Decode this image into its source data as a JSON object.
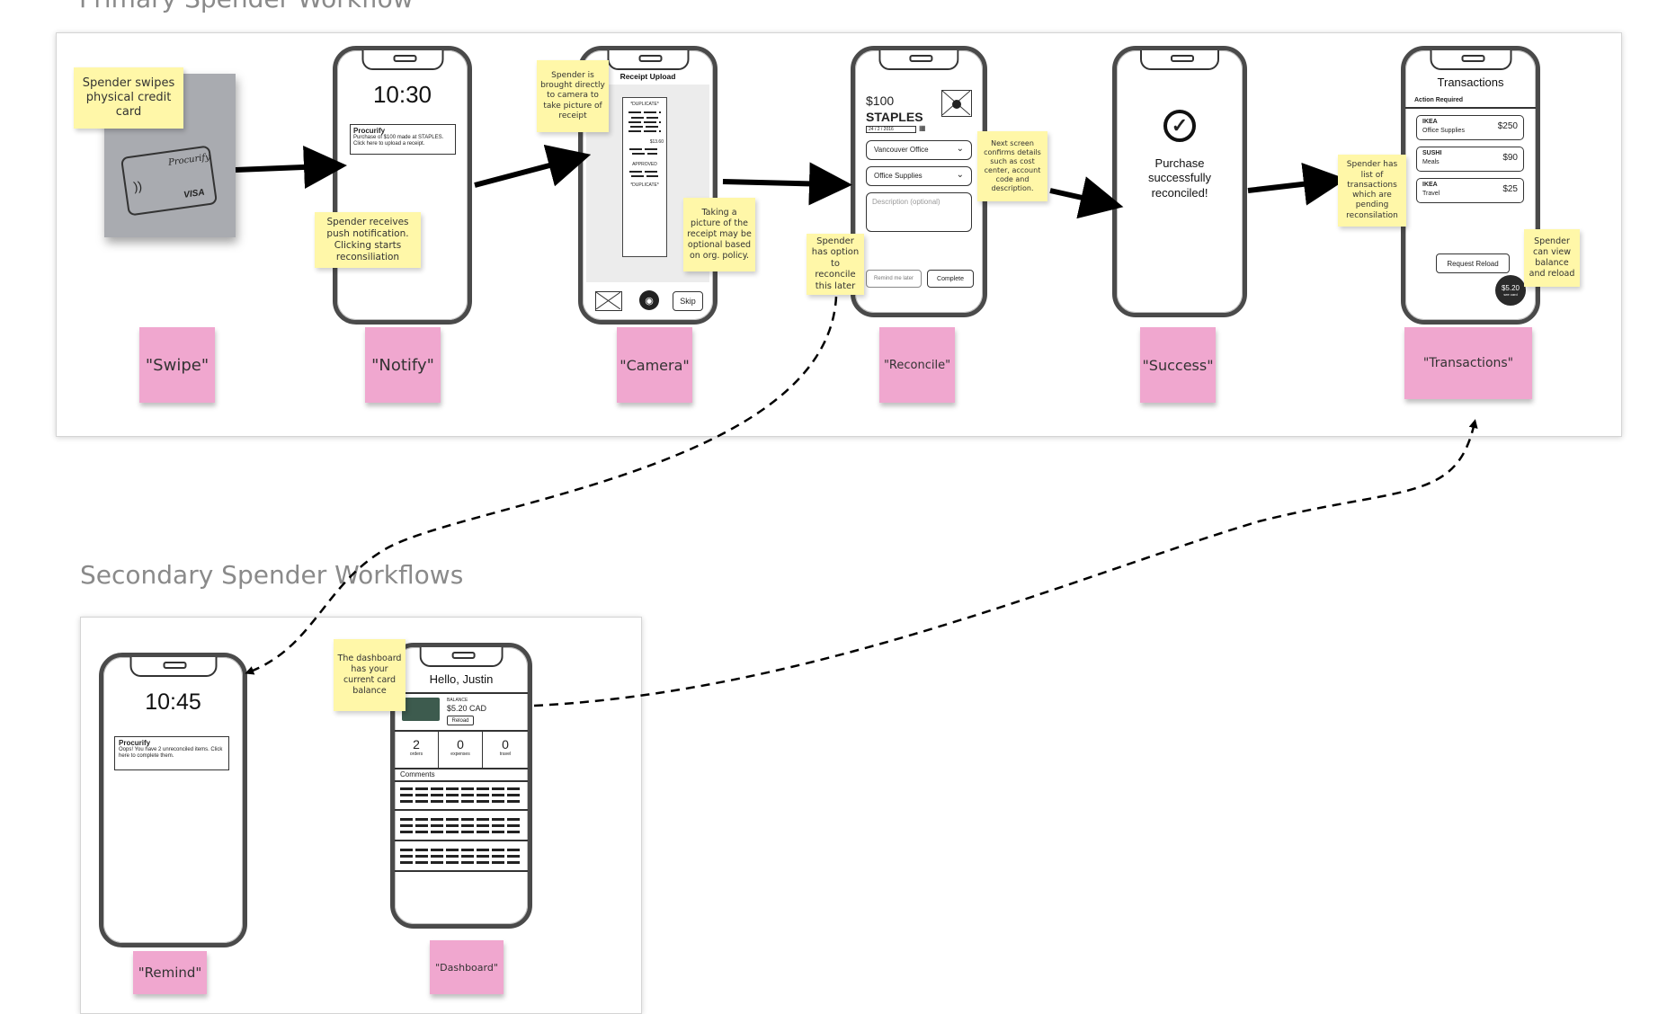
{
  "primary": {
    "title": "Primary Spender Workflow",
    "steps": [
      {
        "label": "\"Swipe\"",
        "note": "Spender swipes physical credit card",
        "card_brand": "Procurify",
        "card_network": "VISA"
      },
      {
        "label": "\"Notify\"",
        "note": "Spender receives push notification. Clicking starts reconsiliation",
        "time": "10:30",
        "notif_title": "Procurify",
        "notif_body": "Purchase of $100 made at STAPLES. Click here to upload a receipt."
      },
      {
        "label": "\"Camera\"",
        "note_top": "Spender is brought directly to camera to take picture of receipt",
        "note_bottom": "Taking a picture of the receipt may be optional based on org. policy.",
        "screen_title": "Receipt Upload",
        "skip": "Skip",
        "receipt_dup": "*DUPLICATE*",
        "receipt_total": "$13.60",
        "receipt_approved": "APPROVED"
      },
      {
        "label": "\"Reconcile\"",
        "note_left": "Spender has option to reconcile this later",
        "note_right": "Next screen confirms details such as cost center, account code and description.",
        "amount": "$100",
        "vendor": "STAPLES",
        "date": "24 / 2 / 2016",
        "dept": "Vancouver Office",
        "account": "Office Supplies",
        "desc_placeholder": "Description (optional)",
        "remind": "Remind me later",
        "complete": "Complete"
      },
      {
        "label": "\"Success\"",
        "message": "Purchase successfully reconciled!"
      },
      {
        "label": "\"Transactions\"",
        "note_left": "Spender has list of transactions which are pending reconsilation",
        "note_right": "Spender can view balance and reload",
        "screen_title": "Transactions",
        "subheader": "Action Required",
        "items": [
          {
            "vendor": "IKEA",
            "category": "Office Supplies",
            "amount": "$250"
          },
          {
            "vendor": "SUSHI",
            "category": "Meals",
            "amount": "$90"
          },
          {
            "vendor": "IKEA",
            "category": "Travel",
            "amount": "$25"
          }
        ],
        "request_reload": "Request Reload",
        "balance": "$5.20",
        "balance_sub": "see card"
      }
    ]
  },
  "secondary": {
    "title": "Secondary Spender Workflows",
    "remind": {
      "label": "\"Remind\"",
      "time": "10:45",
      "notif_title": "Procurify",
      "notif_body": "Oops! You have 2 unreconciled items. Click here to complete them."
    },
    "dashboard": {
      "label": "\"Dashboard\"",
      "note": "The dashboard has your current card balance",
      "greeting": "Hello, Justin",
      "balance_label": "BALANCE",
      "balance": "$5.20 CAD",
      "reload": "Reload",
      "stats": [
        {
          "value": "2",
          "label": "orders"
        },
        {
          "value": "0",
          "label": "expenses"
        },
        {
          "value": "0",
          "label": "travel"
        }
      ],
      "comments": "Comments"
    }
  }
}
